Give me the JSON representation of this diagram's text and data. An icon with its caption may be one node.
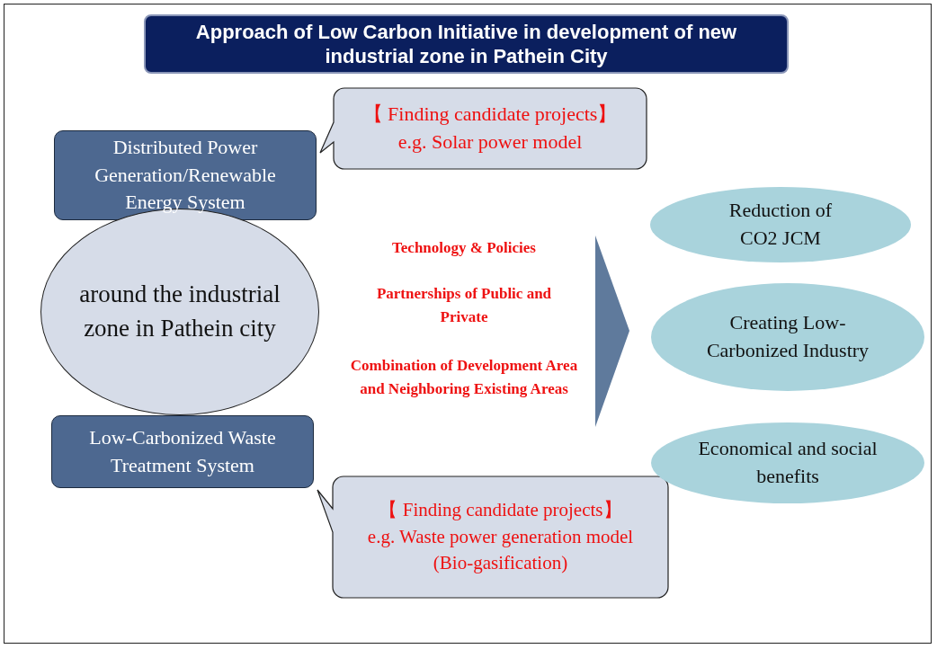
{
  "diagram": {
    "title": "Approach of Low Carbon Initiative in development of new industrial zone in Pathein City",
    "nodes": [
      {
        "text": [
          "【 Finding candidate projects】",
          "e.g. Solar power model"
        ]
      },
      {
        "text": [
          "Distributed Power Generation/Renewable Energy System"
        ]
      },
      {
        "text": [
          "around the industrial zone in Pathein city"
        ]
      },
      {
        "text": [
          "Low-Carbonized Waste Treatment System"
        ]
      },
      {
        "text": [
          "【 Finding candidate projects】",
          "e.g. Waste power generation model (Bio-gasification)"
        ]
      },
      {
        "text": [
          "Reduction of CO2 JCM"
        ]
      },
      {
        "text": [
          "Creating Low-Carbonized Industry"
        ]
      },
      {
        "text": [
          "Economical and social benefits"
        ]
      }
    ],
    "labels": [
      "Technology & Policies",
      "Partnerships of Public and Private",
      "Combination of Development Area and Neighboring Existing Areas"
    ]
  }
}
